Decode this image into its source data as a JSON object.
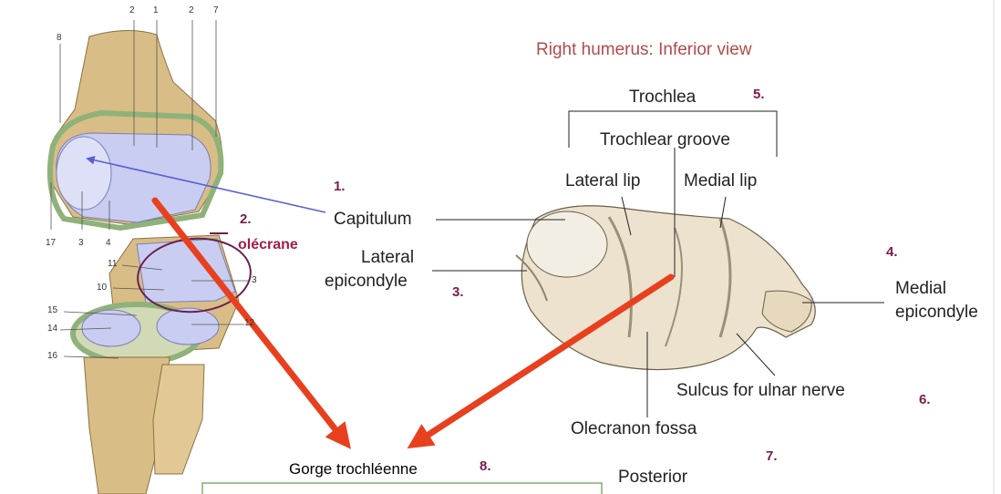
{
  "title": "Right humerus: Inferior view",
  "labels": {
    "trochlea": "Trochlea",
    "trochlear_groove": "Trochlear groove",
    "lateral_lip": "Lateral lip",
    "medial_lip": "Medial lip",
    "capitulum": "Capitulum",
    "lateral_epicondyle_1": "Lateral",
    "lateral_epicondyle_2": "epicondyle",
    "medial_epicondyle_1": "Medial",
    "medial_epicondyle_2": "epicondyle",
    "sulcus": "Sulcus for ulnar nerve",
    "olecranon_fossa": "Olecranon fossa",
    "posterior": "Posterior",
    "gorge": "Gorge trochléenne",
    "olecrane": "olécrane"
  },
  "numbers": {
    "n1": "1.",
    "n2": "2.",
    "n3": "3.",
    "n4": "4.",
    "n5": "5.",
    "n6": "6.",
    "n7": "7.",
    "n8": "8."
  },
  "left_callouts": {
    "top_2a": "2",
    "top_1": "1",
    "top_2b": "2",
    "top_7": "7",
    "c8": "8",
    "c17": "17",
    "c3": "3",
    "c4": "4",
    "c11": "11",
    "c10": "10",
    "c3b": "3",
    "c15": "15",
    "c14": "14",
    "c12": "12",
    "c16": "16"
  },
  "colors": {
    "arrow_red": "#e8401f",
    "pointer_blue": "#5a5fd6",
    "circle_purple": "#6b2150",
    "cartilage": "#c9cdf1",
    "bone": "#d9bd86",
    "edge_green": "#8fb27a",
    "box_green": "#7fb06f"
  }
}
